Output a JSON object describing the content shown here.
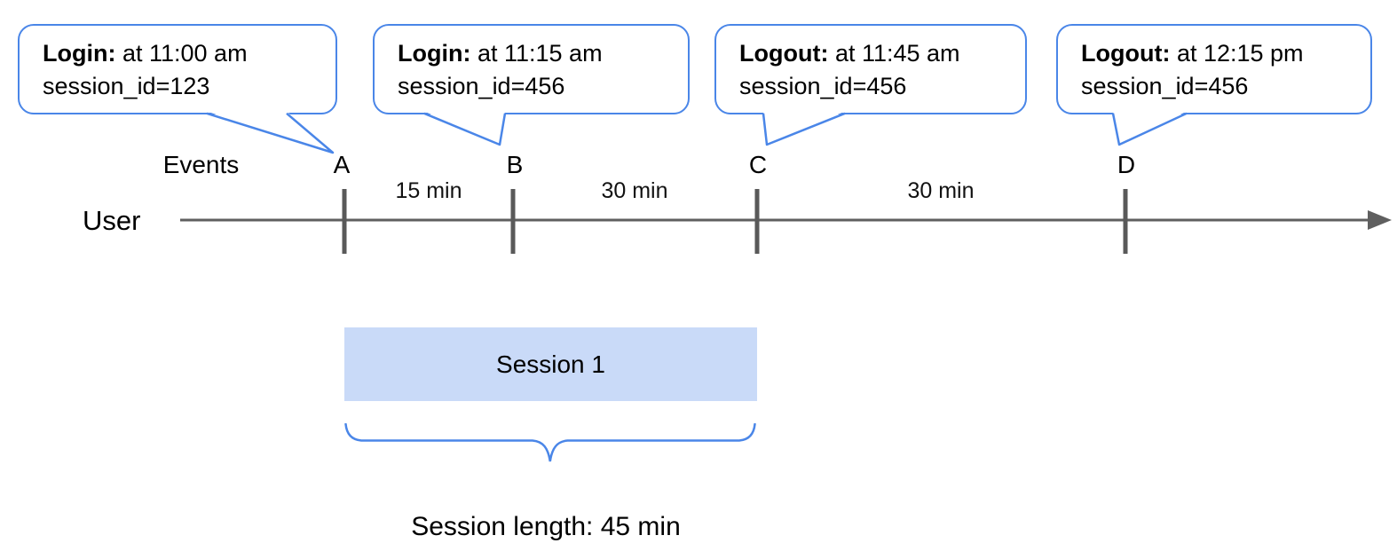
{
  "diagram": {
    "title_hint": "User session events timeline",
    "callouts": [
      {
        "event_label": "Login:",
        "time_text": " at 11:00 am",
        "session_text": "session_id=123",
        "points_to_event": "A"
      },
      {
        "event_label": "Login:",
        "time_text": " at 11:15 am",
        "session_text": "session_id=456",
        "points_to_event": "B"
      },
      {
        "event_label": "Logout:",
        "time_text": " at 11:45 am",
        "session_text": "session_id=456",
        "points_to_event": "C"
      },
      {
        "event_label": "Logout:",
        "time_text": " at 12:15 pm",
        "session_text": "session_id=456",
        "points_to_event": "D"
      }
    ],
    "events_label": "Events",
    "user_label": "User",
    "event_letters": [
      {
        "label": "A"
      },
      {
        "label": "B"
      },
      {
        "label": "C"
      },
      {
        "label": "D"
      }
    ],
    "intervals": [
      {
        "label": "15 min",
        "between": "A-B"
      },
      {
        "label": "30 min",
        "between": "B-C"
      },
      {
        "label": "30 min",
        "between": "C-D"
      }
    ],
    "session_box_label": "Session 1",
    "session_length_label": "Session length: 45 min",
    "colors": {
      "accent_blue": "#4a86e8",
      "session_fill": "#c9daf8",
      "timeline_gray": "#5f5f5f"
    }
  }
}
